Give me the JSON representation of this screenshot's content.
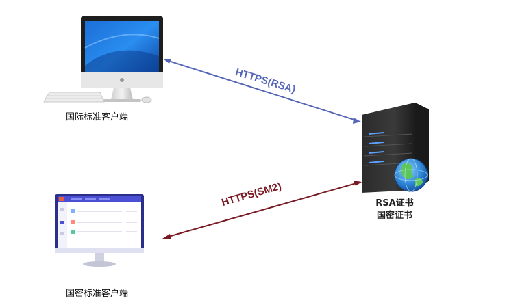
{
  "nodes": {
    "client_standard": {
      "label": "国际标准客户端"
    },
    "client_gm": {
      "label": "国密标准客户端"
    },
    "server": {
      "cert_rsa": "RSA证书",
      "cert_gm": "国密证书"
    }
  },
  "edges": [
    {
      "label": "HTTPS(RSA)",
      "color": "#5566b8"
    },
    {
      "label": "HTTPS(SM2)",
      "color": "#7a1a24"
    }
  ],
  "icons": [
    "imac-computer-icon",
    "keyboard-icon",
    "mouse-icon",
    "monitor-app-ui-icon",
    "server-tower-icon",
    "globe-icon"
  ]
}
